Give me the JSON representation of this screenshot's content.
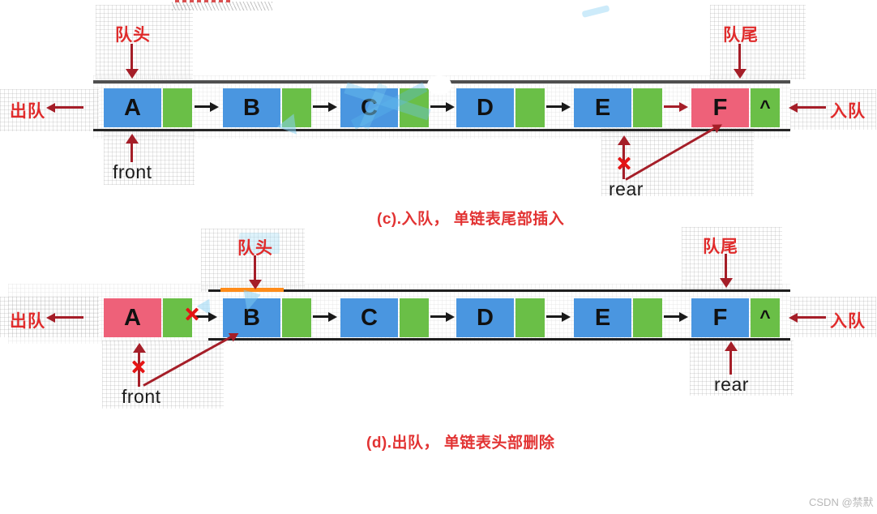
{
  "watermark": "CSDN @禁默",
  "labels": {
    "queue_head": "队头",
    "queue_tail": "队尾",
    "dequeue": "出队",
    "enqueue": "入队",
    "front": "front",
    "rear": "rear"
  },
  "diagram_c": {
    "caption": "(c).入队， 单链表尾部插入",
    "nodes": [
      {
        "data": "A",
        "next": ""
      },
      {
        "data": "B",
        "next": ""
      },
      {
        "data": "C",
        "next": ""
      },
      {
        "data": "D",
        "next": ""
      },
      {
        "data": "E",
        "next": ""
      },
      {
        "data": "F",
        "next": "^"
      }
    ]
  },
  "diagram_d": {
    "caption": "(d).出队， 单链表头部删除",
    "nodes": [
      {
        "data": "A",
        "next": ""
      },
      {
        "data": "B",
        "next": ""
      },
      {
        "data": "C",
        "next": ""
      },
      {
        "data": "D",
        "next": ""
      },
      {
        "data": "E",
        "next": ""
      },
      {
        "data": "F",
        "next": "^"
      }
    ]
  },
  "colors": {
    "node_blue": "#4a96e0",
    "node_green": "#6abf47",
    "node_pink": "#ee6179",
    "label_red": "#e02b2b",
    "arrow_dark_red": "#a51e28",
    "arrow_black": "#1a1a1a",
    "highlight_orange": "#ff8c1a"
  }
}
